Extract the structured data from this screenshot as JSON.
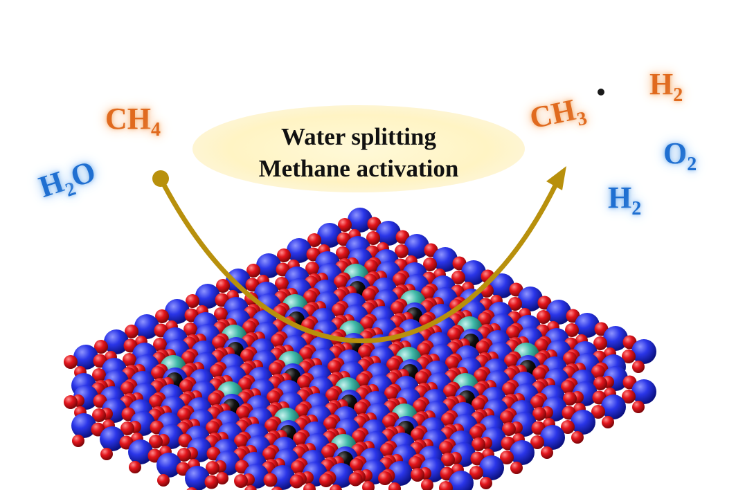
{
  "process": {
    "line1": "Water splitting",
    "line2": "Methane activation"
  },
  "reactants": {
    "ch4": {
      "base": "CH",
      "sub": "4"
    },
    "h2o": {
      "base": "H",
      "sub": "2",
      "tail": "O"
    }
  },
  "products": {
    "ch3": {
      "base": "CH",
      "sub": "3"
    },
    "h2_top": {
      "base": "H",
      "sub": "2"
    },
    "o2": {
      "base": "O",
      "sub": "2"
    },
    "h2_bottom": {
      "base": "H",
      "sub": "2"
    }
  },
  "colors": {
    "methane_species": "#e06a1e",
    "water_species": "#1f6fd1",
    "arrow": "#b8900c",
    "atom_blue": "#2a35e8",
    "atom_red": "#e3151c",
    "atom_teal": "#3fb8a8",
    "atom_black": "#111111"
  }
}
